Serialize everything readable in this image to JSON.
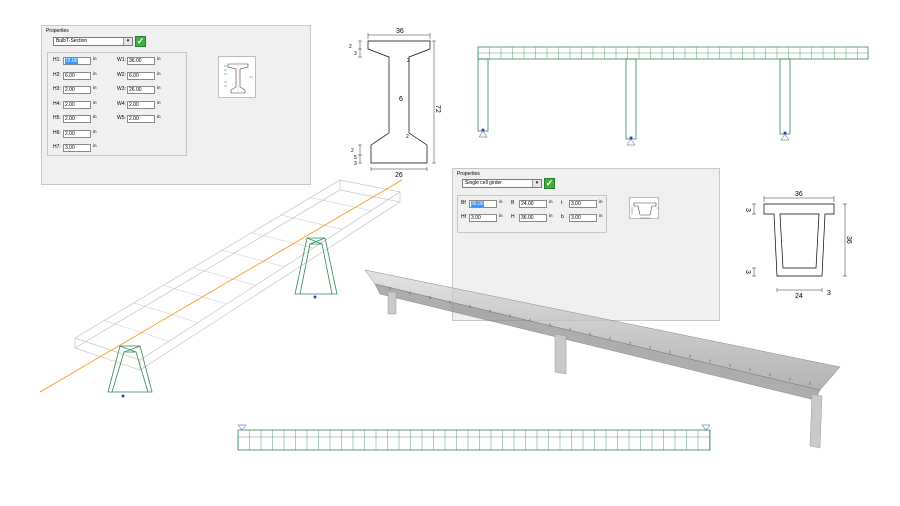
{
  "bulbt_panel": {
    "title": "Properties",
    "section_type": "BulbT-Section",
    "confirm_icon": "check-icon",
    "unit": "in",
    "left_fields": [
      {
        "label": "H1:",
        "value": "72.00"
      },
      {
        "label": "H2:",
        "value": "6.00"
      },
      {
        "label": "H3:",
        "value": "2.00"
      },
      {
        "label": "H4:",
        "value": "2.00"
      },
      {
        "label": "H5:",
        "value": "2.00"
      },
      {
        "label": "H6:",
        "value": "2.00"
      },
      {
        "label": "H7:",
        "value": "3.00"
      }
    ],
    "right_fields": [
      {
        "label": "W1:",
        "value": "36.00"
      },
      {
        "label": "W2:",
        "value": "6.00"
      },
      {
        "label": "W3:",
        "value": "26.00"
      },
      {
        "label": "W4:",
        "value": "2.00"
      },
      {
        "label": "W5:",
        "value": "2.00"
      }
    ]
  },
  "bulbt_drawing": {
    "top_width": "36",
    "bottom_width": "26",
    "height": "72",
    "web": "6",
    "top_flange_a": "2",
    "top_flange_b": "3",
    "top_chamfer": "2",
    "bottom_chamfer": "2",
    "bottom_a": "2",
    "bottom_b": "5",
    "bottom_c": "3"
  },
  "box_panel": {
    "title": "Properties",
    "section_type": "Single cell girder",
    "confirm_icon": "check-icon",
    "unit": "in",
    "fields": [
      {
        "label": "Bf",
        "value": "36.00"
      },
      {
        "label": "B",
        "value": "24.00"
      },
      {
        "label": "t",
        "value": "3.00"
      },
      {
        "label": "Hf",
        "value": "3.00"
      },
      {
        "label": "H",
        "value": "36.00"
      },
      {
        "label": "b",
        "value": "3.00"
      }
    ]
  },
  "box_drawing": {
    "top_width": "36",
    "height": "36",
    "bottom_width": "24",
    "wall": "3",
    "top_flange": "3",
    "bottom_flange": "3"
  },
  "colors": {
    "panel_bg": "#f0f0f0",
    "mesh_green": "#2e8b57",
    "axis_orange": "#ff8c00",
    "support_blue": "#3b3bd6",
    "check_green": "#3fae3f"
  }
}
